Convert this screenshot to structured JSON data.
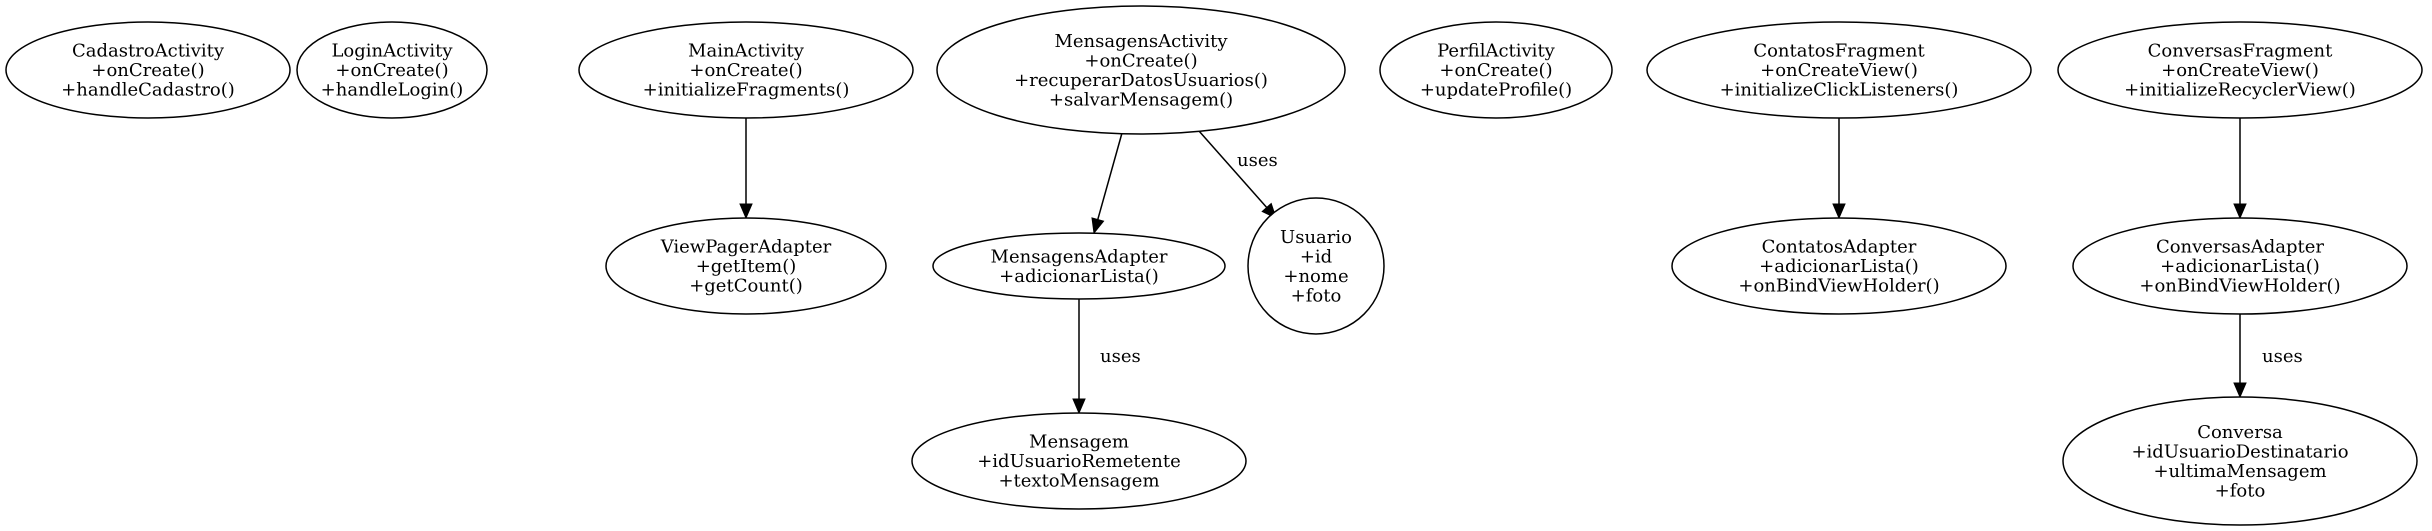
{
  "nodes": [
    {
      "id": "cadastro",
      "lines": [
        "CadastroActivity",
        "+onCreate()",
        "+handleCadastro()"
      ]
    },
    {
      "id": "login",
      "lines": [
        "LoginActivity",
        "+onCreate()",
        "+handleLogin()"
      ]
    },
    {
      "id": "main",
      "lines": [
        "MainActivity",
        "+onCreate()",
        "+initializeFragments()"
      ]
    },
    {
      "id": "mensagens_activity",
      "lines": [
        "MensagensActivity",
        "+onCreate()",
        "+recuperarDatosUsuarios()",
        "+salvarMensagem()"
      ]
    },
    {
      "id": "perfil",
      "lines": [
        "PerfilActivity",
        "+onCreate()",
        "+updateProfile()"
      ]
    },
    {
      "id": "contatos_fragment",
      "lines": [
        "ContatosFragment",
        "+onCreateView()",
        "+initializeClickListeners()"
      ]
    },
    {
      "id": "conversas_fragment",
      "lines": [
        "ConversasFragment",
        "+onCreateView()",
        "+initializeRecyclerView()"
      ]
    },
    {
      "id": "viewpager_adapter",
      "lines": [
        "ViewPagerAdapter",
        "+getItem()",
        "+getCount()"
      ]
    },
    {
      "id": "mensagens_adapter",
      "lines": [
        "MensagensAdapter",
        "+adicionarLista()"
      ]
    },
    {
      "id": "usuario",
      "lines": [
        "Usuario",
        "+id",
        "+nome",
        "+foto"
      ]
    },
    {
      "id": "contatos_adapter",
      "lines": [
        "ContatosAdapter",
        "+adicionarLista()",
        "+onBindViewHolder()"
      ]
    },
    {
      "id": "conversas_adapter",
      "lines": [
        "ConversasAdapter",
        "+adicionarLista()",
        "+onBindViewHolder()"
      ]
    },
    {
      "id": "mensagem",
      "lines": [
        "Mensagem",
        "+idUsuarioRemetente",
        "+textoMensagem"
      ]
    },
    {
      "id": "conversa",
      "lines": [
        "Conversa",
        "+idUsuarioDestinatario",
        "+ultimaMensagem",
        "+foto"
      ]
    }
  ],
  "edges": [
    {
      "from": "main",
      "to": "viewpager_adapter",
      "label": ""
    },
    {
      "from": "mensagens_activity",
      "to": "mensagens_adapter",
      "label": ""
    },
    {
      "from": "mensagens_activity",
      "to": "usuario",
      "label": "uses"
    },
    {
      "from": "contatos_fragment",
      "to": "contatos_adapter",
      "label": ""
    },
    {
      "from": "conversas_fragment",
      "to": "conversas_adapter",
      "label": ""
    },
    {
      "from": "mensagens_adapter",
      "to": "mensagem",
      "label": "uses"
    },
    {
      "from": "conversas_adapter",
      "to": "conversa",
      "label": "uses"
    }
  ]
}
